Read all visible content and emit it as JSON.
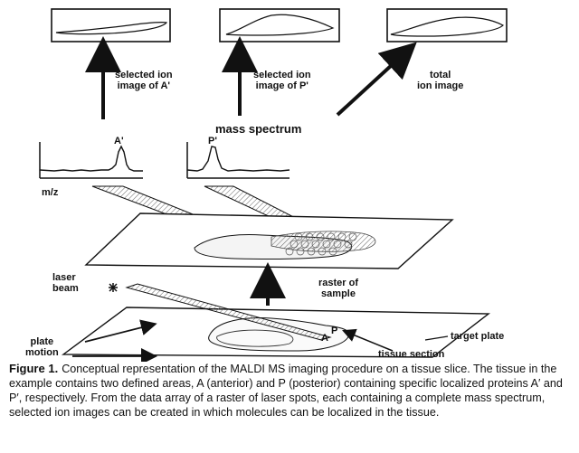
{
  "figure": {
    "panels": {
      "a_prime": {
        "label": "selected ion\nimage of A'"
      },
      "p_prime": {
        "label": "selected ion\nimage of P'"
      },
      "total": {
        "label": "total\nion image"
      }
    },
    "mass_spectrum_label": "mass spectrum",
    "spectrum_left": {
      "peak_label": "A'",
      "axis_label": "m/z"
    },
    "spectrum_right": {
      "peak_label": "P'"
    },
    "laser_beam_label": "laser\nbeam",
    "raster_label": "raster of\nsample",
    "plate_motion_label": "plate\nmotion",
    "tissue_section_label": "tissue section",
    "target_plate_label": "target plate",
    "region_a_label": "A",
    "region_p_label": "P"
  },
  "caption": {
    "figure_label": "Figure 1.",
    "text": "Conceptual representation of the MALDI MS imaging procedure on a tissue slice. The tissue in the example contains two defined areas, A (anterior) and P (posterior) containing specific localized proteins A′ and P′, respectively. From the data array of a raster of laser spots, each containing a complete mass spectrum, selected ion images can be created in which molecules can be localized in the tissue."
  }
}
